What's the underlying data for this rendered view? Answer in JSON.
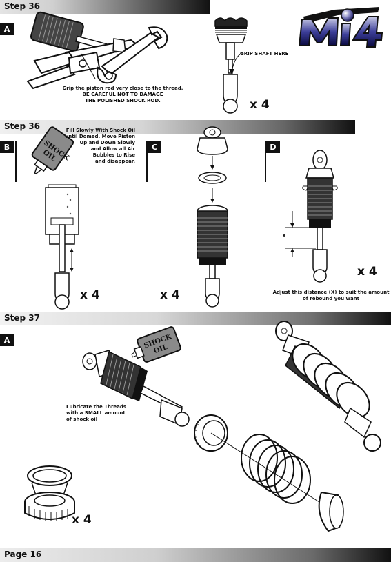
{
  "header": {
    "step_label": "Step 36"
  },
  "brand": {
    "logo_text": "Mi4"
  },
  "panel_a": {
    "badge": "A",
    "instruction_lines": [
      "Grip the piston rod very close to the thread.",
      "BE CAREFUL NOT TO DAMAGE",
      "THE POLISHED SHOCK ROD."
    ],
    "grip_label": "GRIP SHAFT HERE",
    "quantity": "x 4"
  },
  "section2": {
    "step_label": "Step 36"
  },
  "panel_b": {
    "badge": "B",
    "bottle_label": [
      "SHOCK",
      "OIL"
    ],
    "instruction_lines": [
      "Fill Slowly With Shock Oil",
      "until Domed. Move Piston",
      "Up and Down Slowly",
      "and Allow all Air",
      "Bubbles to Rise",
      "and disappear."
    ],
    "quantity": "x 4"
  },
  "panel_c": {
    "badge": "C",
    "quantity": "x 4"
  },
  "panel_d": {
    "badge": "D",
    "dimension_label": "X",
    "quantity": "x 4",
    "instruction_lines": [
      "Adjust this distance (X) to suit the amount",
      "of rebound you want"
    ]
  },
  "section3": {
    "step_label": "Step 37"
  },
  "panel_a2": {
    "badge": "A",
    "bottle_label": [
      "SHOCK",
      "OIL"
    ],
    "instruction_lines": [
      "Lubricate the Threads",
      "with a SMALL amount",
      "of shock oil"
    ],
    "quantity": "x 4"
  },
  "footer": {
    "page_label": "Page 16"
  }
}
